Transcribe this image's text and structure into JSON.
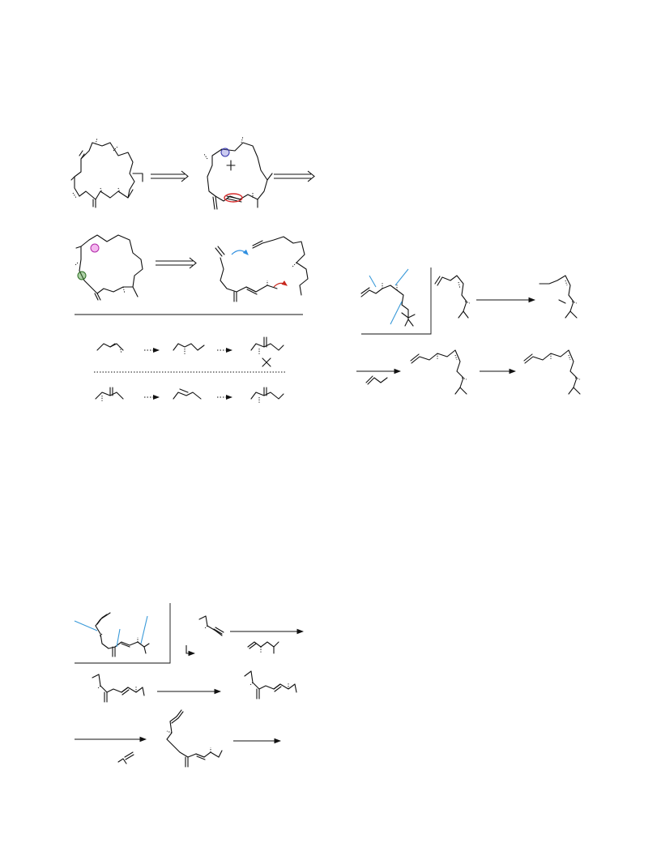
{
  "colors": {
    "ink": "#111111",
    "disconnection_blue": "#3a9ad9",
    "highlight_blue": "#6b6bd6",
    "highlight_red": "#d62a2a",
    "highlight_magenta": "#e34ad8",
    "highlight_green": "#4a9a3a",
    "curved_arrow_blue": "#2f8fe0",
    "curved_arrow_red": "#c8281e"
  },
  "icons": {
    "retro_arrow": "double-line-retrosynthetic-arrow",
    "forward_arrow": "single-line-reaction-arrow",
    "dotted_arrow": "dotted-transformation-arrow"
  }
}
